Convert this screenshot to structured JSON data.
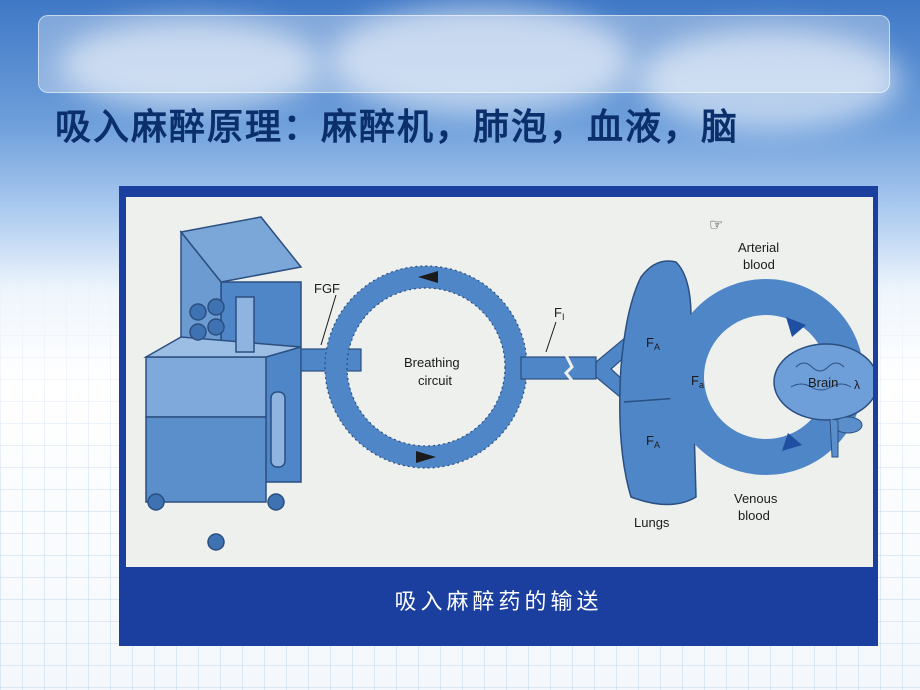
{
  "slide": {
    "title": "吸入麻醉原理：麻醉机，肺泡，血液，脑",
    "caption": "吸入麻醉药的输送"
  },
  "diagram": {
    "fgf_label": "FGF",
    "breathing_label_1": "Breathing",
    "breathing_label_2": "circuit",
    "fi_label": "F",
    "fi_sub": "I",
    "fa_label": "F",
    "fa_sub": "A",
    "fa2_label": "F",
    "fa2_sub": "A",
    "fa_blood_label": "F",
    "fa_blood_sub": "a",
    "arterial_1": "Arterial",
    "arterial_2": "blood",
    "venous_1": "Venous",
    "venous_2": "blood",
    "lungs": "Lungs",
    "brain": "Brain",
    "lambda": "λ",
    "cursor_icon": "☞"
  },
  "colors": {
    "diagram_blue": "#4f86c7",
    "figure_frame": "#1b3f9e",
    "title_text": "#0a2f6b"
  }
}
